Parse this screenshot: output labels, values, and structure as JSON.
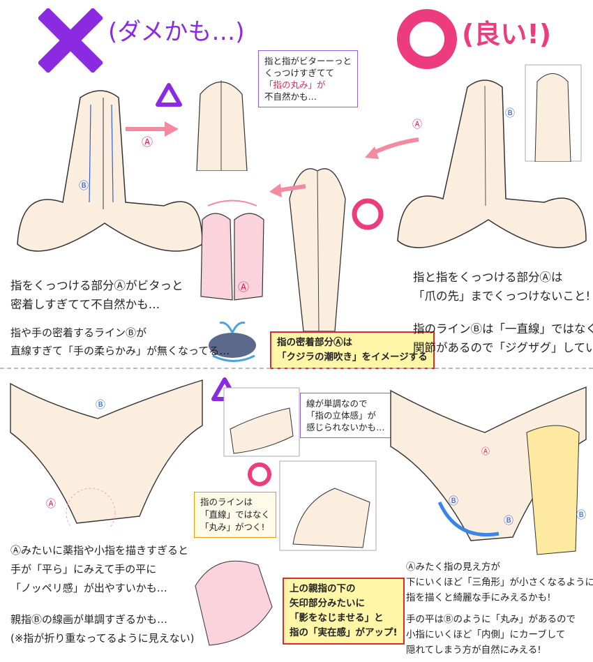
{
  "colors": {
    "purple": "#8a2be2",
    "pink": "#ec3c7d",
    "red": "#e0245e",
    "blue": "#2b5fd9",
    "skin": "#fbeedf",
    "nail": "#fde3e7"
  },
  "header": {
    "bad_icon": "cross-mark-icon",
    "bad_label": "(ダメかも…)",
    "good_icon": "circle-mark-icon",
    "good_label": "(良い!)"
  },
  "labels": {
    "a": "Ⓐ",
    "b": "Ⓑ"
  },
  "top": {
    "callout_lines": [
      "指と指がビターーっと",
      "くっつけすぎてて",
      "「指の丸み」が",
      "不自然かも…"
    ],
    "left_text": [
      "指をくっつける部分Ⓐがビタっと",
      "密着しすぎてて不自然かも…"
    ],
    "left_text2": [
      "指や手の密着するラインⒷが",
      "直線すぎて「手の柔らかみ」が無くなってる…"
    ],
    "whale_tag": [
      "指の密着部分Ⓐは",
      "「クジラの潮吹き」をイメージする"
    ],
    "right_text": [
      "指と指をくっつける部分Ⓐは",
      "「爪の先」までくっつけないこと!"
    ],
    "right_text2": [
      "指のラインⒷは「一直線」ではなく",
      "関節があるので「ジグザグ」している!"
    ]
  },
  "bottom": {
    "callout_lines": [
      "線が単調なので",
      "「指の立体感」が",
      "感じられないかも…"
    ],
    "callout2_lines": [
      "指のラインは",
      "「直線」ではなく",
      "「丸み」がつく!"
    ],
    "tag_lines": [
      "上の親指の下の",
      "矢印部分みたいに",
      "「影をなじませる」と",
      "指の「実在感」がアップ!"
    ],
    "left_text": [
      "Ⓐみたいに薬指や小指を描きすぎると",
      "手が「平ら」にみえて手の平に",
      "「ノッペリ感」が出やすいかも…"
    ],
    "left_text2": [
      "親指Ⓑの線画が単調すぎるかも…",
      "(※指が折り重なってるように見えない)"
    ],
    "right_text": [
      "Ⓐみたく指の見え方が",
      "下にいくほど「三角形」が小さくなるように",
      "指を描くと綺麗な手にみえるかも!"
    ],
    "right_text2": [
      "手の平はⒷのように「丸み」があるので",
      "小指にいくほど「内側」にカーブして",
      "隠れてしまう方が自然にみえる!"
    ]
  }
}
